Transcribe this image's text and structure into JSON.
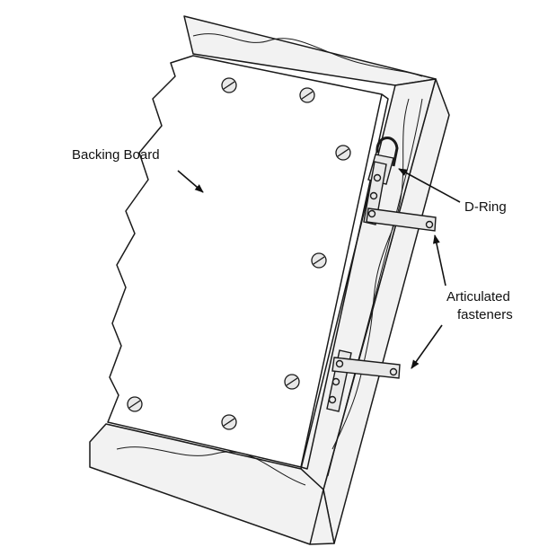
{
  "labels": {
    "backing_board": "Backing Board",
    "d_ring": "D-Ring",
    "fasteners_line1": "Articulated",
    "fasteners_line2": "fasteners"
  },
  "colors": {
    "line": "#1a1a1a",
    "wood": "#f2f2f2",
    "board": "#ffffff",
    "hardware": "#e8e8e8"
  }
}
